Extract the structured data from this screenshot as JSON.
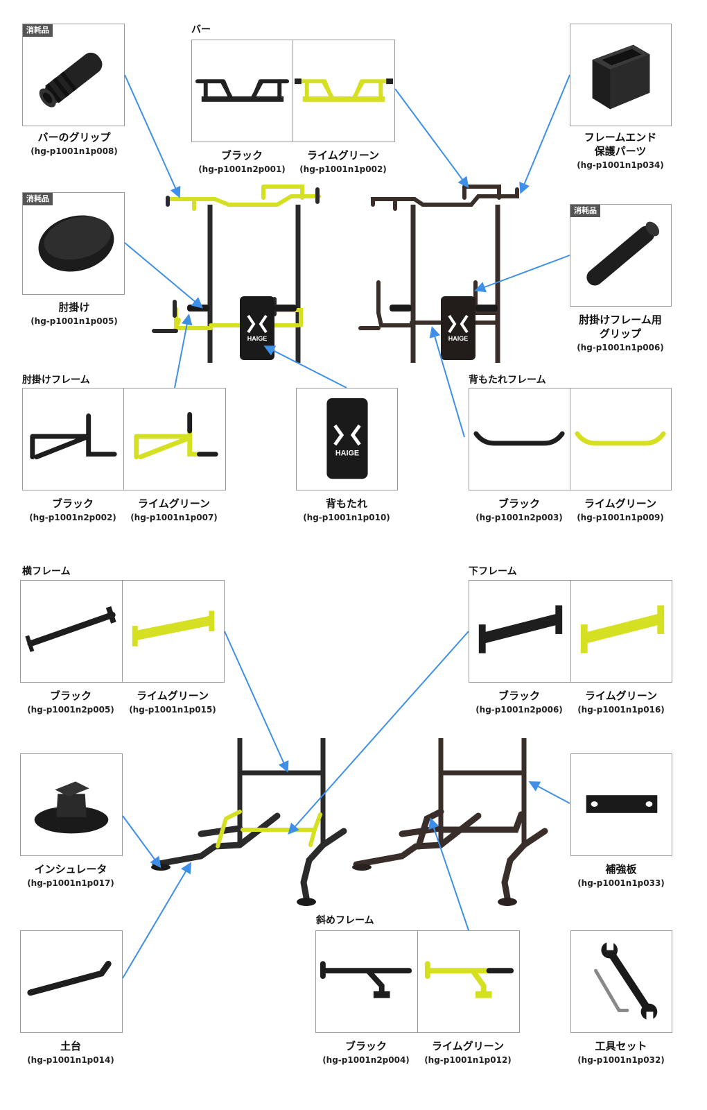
{
  "badge": "消耗品",
  "sections": {
    "bar": "バー",
    "armrest_frame": "肘掛けフレーム",
    "backrest_frame": "背もたれフレーム",
    "side_frame": "横フレーム",
    "lower_frame": "下フレーム",
    "diagonal_frame": "斜めフレーム"
  },
  "parts": {
    "bar_grip": {
      "name": "バーのグリップ",
      "code": "(hg-p1001n1p008)"
    },
    "bar_black": {
      "name": "ブラック",
      "code": "(hg-p1001n2p001)"
    },
    "bar_lime": {
      "name": "ライムグリーン",
      "code": "(hg-p1001n1p002)"
    },
    "frame_end": {
      "name": "フレームエンド",
      "name2": "保護パーツ",
      "code": "(hg-p1001n1p034)"
    },
    "armrest": {
      "name": "肘掛け",
      "code": "(hg-p1001n1p005)"
    },
    "armrest_grip": {
      "name": "肘掛けフレーム用",
      "name2": "グリップ",
      "code": "(hg-p1001n1p006)"
    },
    "armframe_black": {
      "name": "ブラック",
      "code": "(hg-p1001n2p002)"
    },
    "armframe_lime": {
      "name": "ライムグリーン",
      "code": "(hg-p1001n1p007)"
    },
    "backrest": {
      "name": "背もたれ",
      "code": "(hg-p1001n1p010)",
      "logo": "HAIGE"
    },
    "backframe_black": {
      "name": "ブラック",
      "code": "(hg-p1001n2p003)"
    },
    "backframe_lime": {
      "name": "ライムグリーン",
      "code": "(hg-p1001n1p009)"
    },
    "side_black": {
      "name": "ブラック",
      "code": "(hg-p1001n2p005)"
    },
    "side_lime": {
      "name": "ライムグリーン",
      "code": "(hg-p1001n1p015)"
    },
    "lower_black": {
      "name": "ブラック",
      "code": "(hg-p1001n2p006)"
    },
    "lower_lime": {
      "name": "ライムグリーン",
      "code": "(hg-p1001n1p016)"
    },
    "insulator": {
      "name": "インシュレータ",
      "code": "(hg-p1001n1p017)"
    },
    "reinforce": {
      "name": "補強板",
      "code": "(hg-p1001n1p033)"
    },
    "base": {
      "name": "土台",
      "code": "(hg-p1001n1p014)"
    },
    "diag_black": {
      "name": "ブラック",
      "code": "(hg-p1001n2p004)"
    },
    "diag_lime": {
      "name": "ライムグリーン",
      "code": "(hg-p1001n1p012)"
    },
    "tools": {
      "name": "工具セット",
      "code": "(hg-p1001n1p032)"
    }
  },
  "colors": {
    "black": "#2a2a2a",
    "lime": "#d6e022",
    "arrow": "#3d8fe8",
    "brown": "#3a2e2b"
  }
}
